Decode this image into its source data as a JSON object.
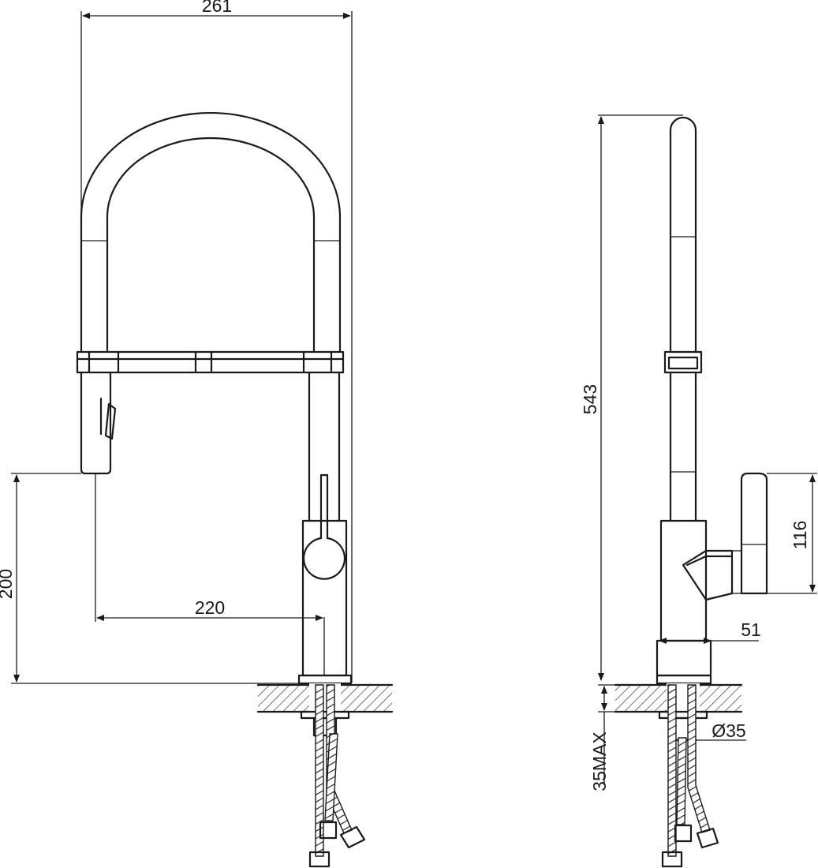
{
  "dimensions": {
    "overall_width": "261",
    "spout_height": "200",
    "spout_reach": "220",
    "overall_height": "543",
    "handle_height": "116",
    "base_width": "51",
    "hole_diameter": "Ø35",
    "max_deck_thickness": "35MAX"
  },
  "colors": {
    "line": "#1a1a1a",
    "background": "#ffffff"
  }
}
